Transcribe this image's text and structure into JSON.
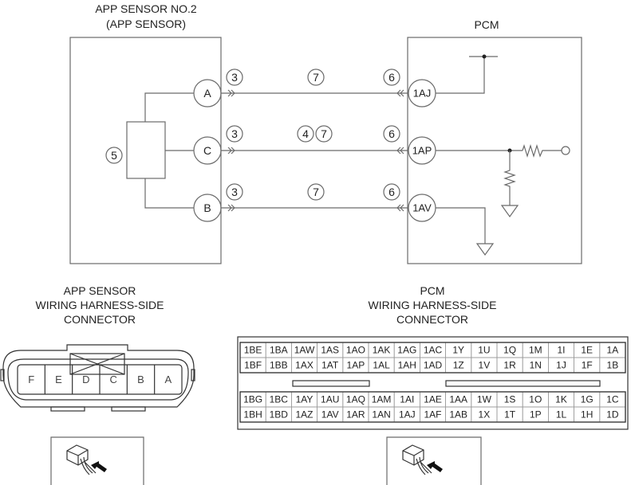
{
  "diagram": {
    "sensor": {
      "title_line1": "APP SENSOR NO.2",
      "title_line2": "(APP SENSOR)",
      "element_callout": "5",
      "pins": [
        {
          "label": "A",
          "callout": "3"
        },
        {
          "label": "C",
          "callout": "3"
        },
        {
          "label": "B",
          "callout": "3"
        }
      ]
    },
    "pcm": {
      "title": "PCM",
      "pins": [
        {
          "label": "1AJ",
          "callout": "6"
        },
        {
          "label": "1AP",
          "callout": "6"
        },
        {
          "label": "1AV",
          "callout": "6"
        }
      ]
    },
    "wires": [
      {
        "from": "A",
        "to": "1AJ",
        "callouts": [
          "7"
        ]
      },
      {
        "from": "C",
        "to": "1AP",
        "callouts": [
          "4",
          "7"
        ]
      },
      {
        "from": "B",
        "to": "1AV",
        "callouts": [
          "7"
        ]
      }
    ]
  },
  "app_connector": {
    "title_line1": "APP SENSOR",
    "title_line2": "WIRING HARNESS-SIDE",
    "title_line3": "CONNECTOR",
    "terminals": [
      "F",
      "E",
      "D",
      "C",
      "B",
      "A"
    ]
  },
  "pcm_connector": {
    "title_line1": "PCM",
    "title_line2": "WIRING HARNESS-SIDE",
    "title_line3": "CONNECTOR",
    "upper_block": [
      [
        "1BE",
        "1BA",
        "1AW",
        "1AS",
        "1AO",
        "1AK",
        "1AG",
        "1AC",
        "1Y",
        "1U",
        "1Q",
        "1M",
        "1I",
        "1E",
        "1A"
      ],
      [
        "1BF",
        "1BB",
        "1AX",
        "1AT",
        "1AP",
        "1AL",
        "1AH",
        "1AD",
        "1Z",
        "1V",
        "1R",
        "1N",
        "1J",
        "1F",
        "1B"
      ]
    ],
    "lower_block": [
      [
        "1BG",
        "1BC",
        "1AY",
        "1AU",
        "1AQ",
        "1AM",
        "1AI",
        "1AE",
        "1AA",
        "1W",
        "1S",
        "1O",
        "1K",
        "1G",
        "1C"
      ],
      [
        "1BH",
        "1BD",
        "1AZ",
        "1AV",
        "1AR",
        "1AN",
        "1AJ",
        "1AF",
        "1AB",
        "1X",
        "1T",
        "1P",
        "1L",
        "1H",
        "1D"
      ]
    ]
  }
}
